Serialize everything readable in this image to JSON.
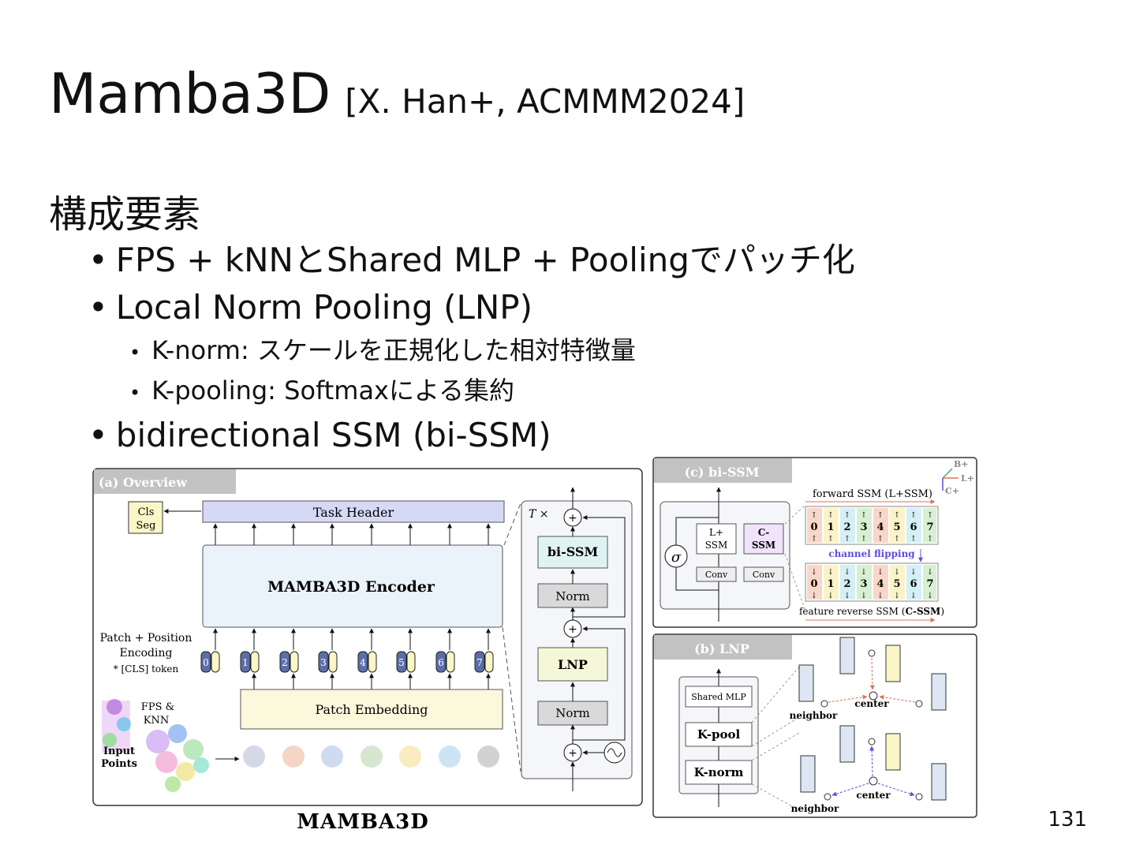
{
  "slide": {
    "title": "Mamba3D",
    "citation": "[X. Han+, ACMMM2024]",
    "heading": "構成要素",
    "bullets": [
      {
        "text": "FPS + kNNとShared MLP + Poolingでパッチ化"
      },
      {
        "text": "Local Norm Pooling (LNP)",
        "sub": [
          "K-norm: スケールを正規化した相対特徴量",
          "K-pooling: Softmaxによる集約"
        ]
      },
      {
        "text": "bidirectional SSM (bi-SSM)"
      }
    ],
    "page_number": "131"
  },
  "figure": {
    "overview": {
      "label": "(a) Overview",
      "cls_seg": [
        "Cls",
        "Seg"
      ],
      "task_header": "Task Header",
      "encoder": "MAMBA3D  Encoder",
      "patch_embedding": "Patch Embedding",
      "pos_label": [
        "Patch + Position",
        "Encoding"
      ],
      "cls_token": "* [CLS] token",
      "fps_knn": [
        "FPS &",
        "KNN"
      ],
      "input_points": [
        "Input",
        "Points"
      ],
      "tokens": [
        "0",
        "1",
        "2",
        "3",
        "4",
        "5",
        "6",
        "7"
      ],
      "block_repeat": "T ×",
      "block": [
        "bi-SSM",
        "Norm",
        "LNP",
        "Norm"
      ],
      "point_colors": [
        "#d4d9e6",
        "#f5d5c5",
        "#cfdcef",
        "#d5e8cf",
        "#f8ecc0",
        "#cde5f3",
        "#d2d2d2"
      ]
    },
    "bissm": {
      "label": "(c) bi-SSM",
      "sigma": "σ",
      "lssm": [
        "L+",
        "SSM"
      ],
      "cssm": [
        "C-",
        "SSM"
      ],
      "conv": "Conv",
      "forward": "forward SSM (L+SSM)",
      "flip": "channel flipping",
      "reverse_prefix": "feature reverse SSM (",
      "reverse_bold": "C-SSM",
      "reverse_suffix": ")",
      "axes": [
        "B+",
        "L+",
        "C+"
      ],
      "indices": [
        "0",
        "1",
        "2",
        "3",
        "4",
        "5",
        "6",
        "7"
      ]
    },
    "lnp": {
      "label": "(b) LNP",
      "shared_mlp": "Shared MLP",
      "kpool": "K-pool",
      "knorm": "K-norm",
      "center": "center",
      "neighbor": "neighbor"
    },
    "logo": "MAMBA3D"
  }
}
